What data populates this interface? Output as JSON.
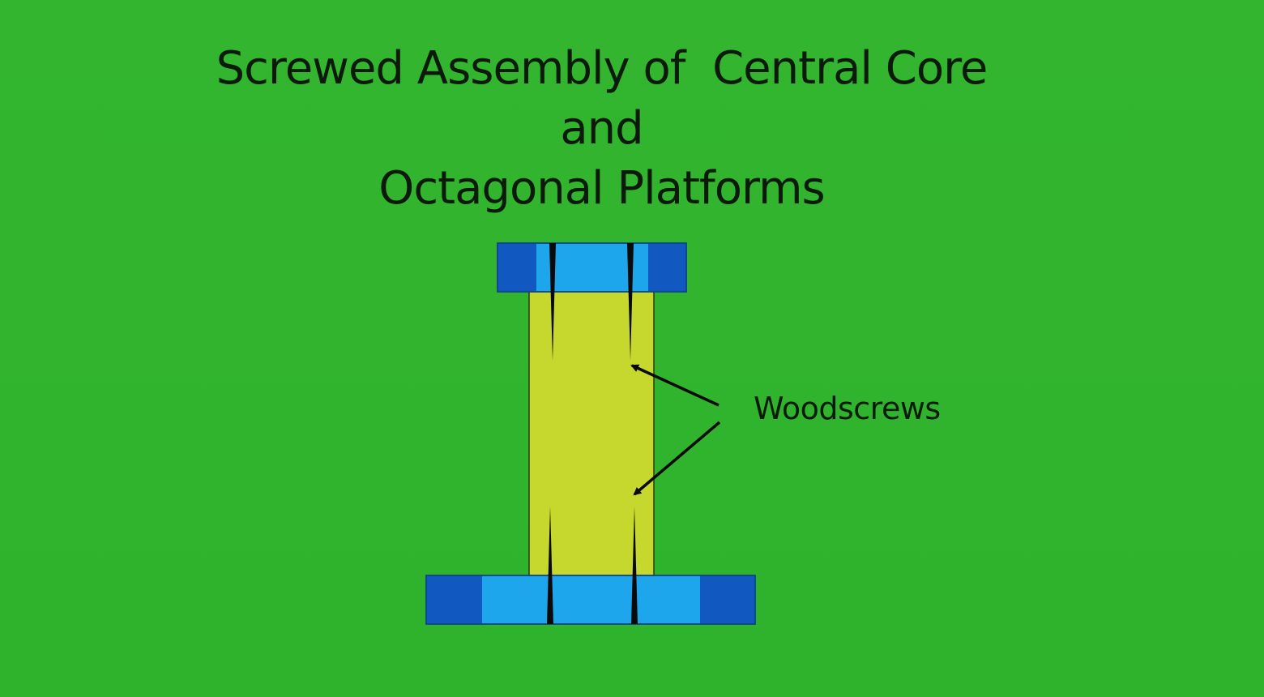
{
  "slide": {
    "title_lines": [
      "Screwed Assembly of  Central Core",
      "and",
      "Octagonal Platforms"
    ],
    "callout_label": "Woodscrews"
  },
  "colors": {
    "background": "#31b52e",
    "core_fill": "#c6d72e",
    "platform_light": "#1ea6ec",
    "platform_dark": "#1159c0",
    "screw": "#0a0a0a",
    "text": "#0b1a0b"
  }
}
